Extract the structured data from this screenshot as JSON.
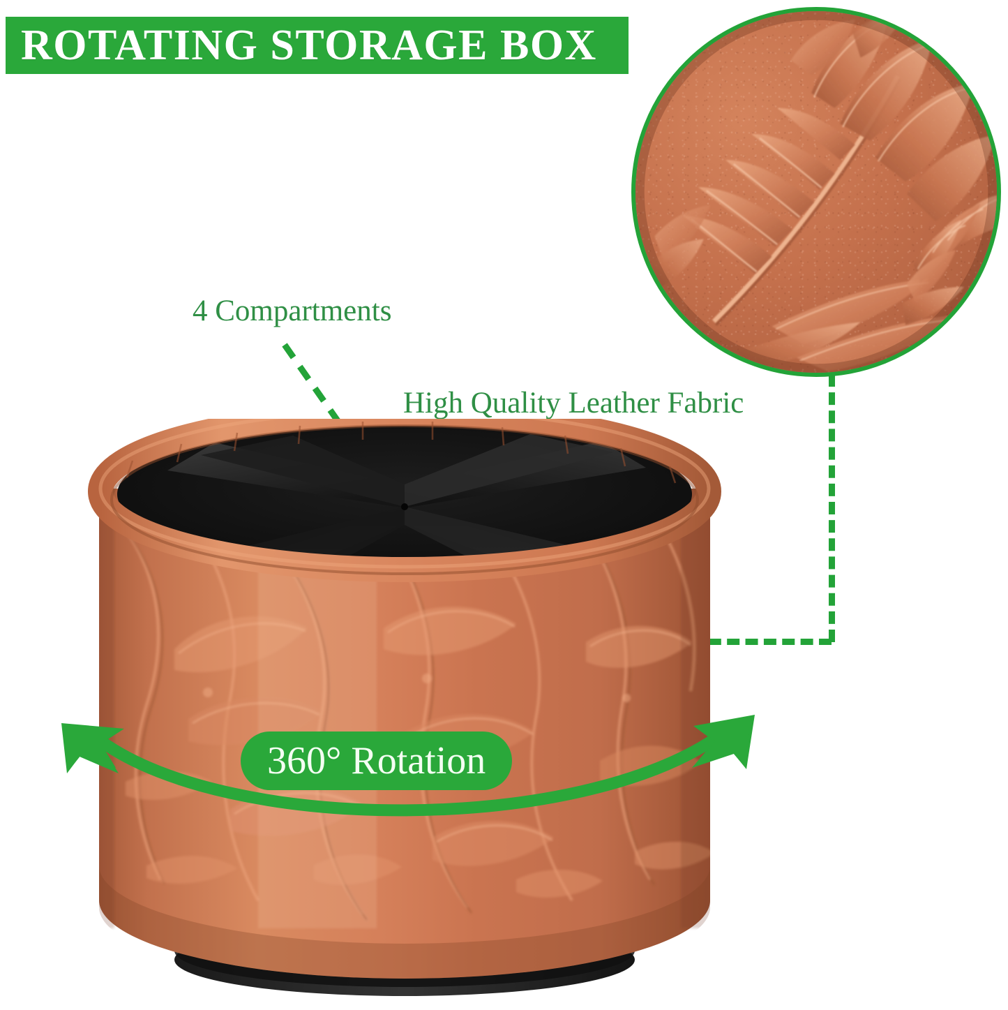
{
  "header": {
    "banner_title": "ROTATING STORAGE BOX",
    "banner_color": "#2aa83a",
    "banner_text_color": "#ffffff"
  },
  "callouts": [
    {
      "id": "compartments",
      "label": "4 Compartments",
      "leader": "diagonal-dashed-line",
      "color": "#2f8f45"
    },
    {
      "id": "leather-fabric",
      "label": "High Quality Leather Fabric",
      "leader": "elbow-dashed-line",
      "color": "#2f8f45"
    }
  ],
  "rotation": {
    "badge_label": "360° Rotation",
    "badge_color": "#2aa83a",
    "badge_text_color": "#f4fff3",
    "left_arrow": "arrow-left-icon",
    "right_arrow": "arrow-right-icon",
    "arc": "rotation-arc"
  },
  "detail_inset": {
    "name": "leather-texture-closeup",
    "shape": "circle",
    "border_color": "#23a338",
    "leather_color": "#c4704c",
    "pattern": "embossed-floral-leaf"
  },
  "product": {
    "name": "rotating-storage-box",
    "body_color": "#cb7450",
    "body_highlight": "#e0936c",
    "body_shadow": "#9c5334",
    "interior_color": "#161616",
    "interior_divider_color": "#2a2a2a",
    "base_color": "#262626",
    "compartment_count": 4,
    "material": "embossed leather"
  }
}
